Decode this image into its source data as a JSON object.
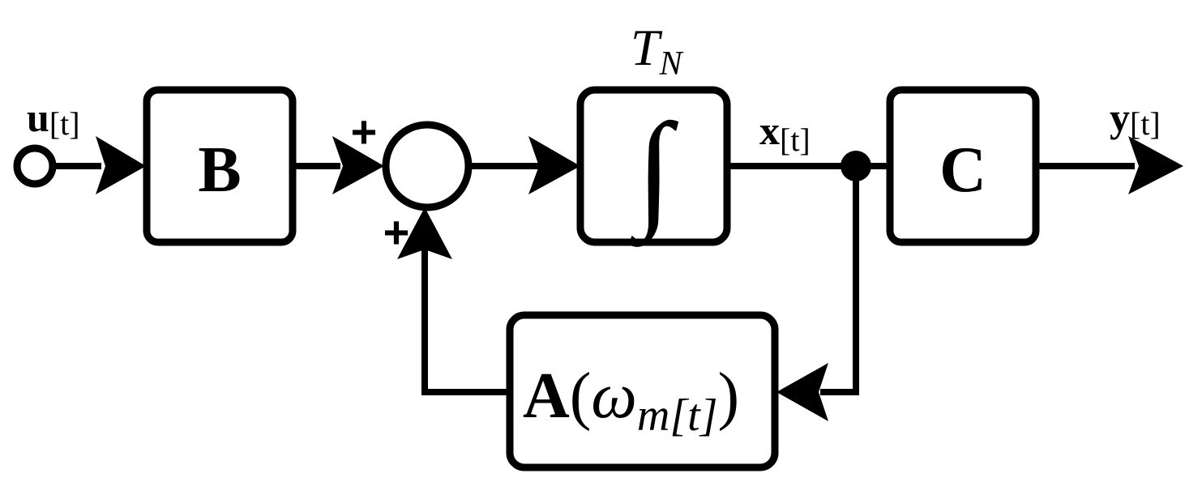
{
  "diagram": {
    "input": {
      "symbol": "u",
      "subscript": "[t]"
    },
    "output": {
      "symbol": "y",
      "subscript": "[t]"
    },
    "state": {
      "symbol": "x",
      "subscript": "[t]"
    },
    "blocks": {
      "b": {
        "label": "B"
      },
      "integrator": {
        "label": "∫",
        "caption": "T",
        "caption_subscript": "N"
      },
      "c": {
        "label": "C"
      },
      "a": {
        "label": "A",
        "open_paren": "(",
        "omega": "ω",
        "subscript": "m[t]",
        "close_paren": ")"
      }
    },
    "summing_junction": {
      "sign_top": "+",
      "sign_bottom": "+"
    }
  }
}
